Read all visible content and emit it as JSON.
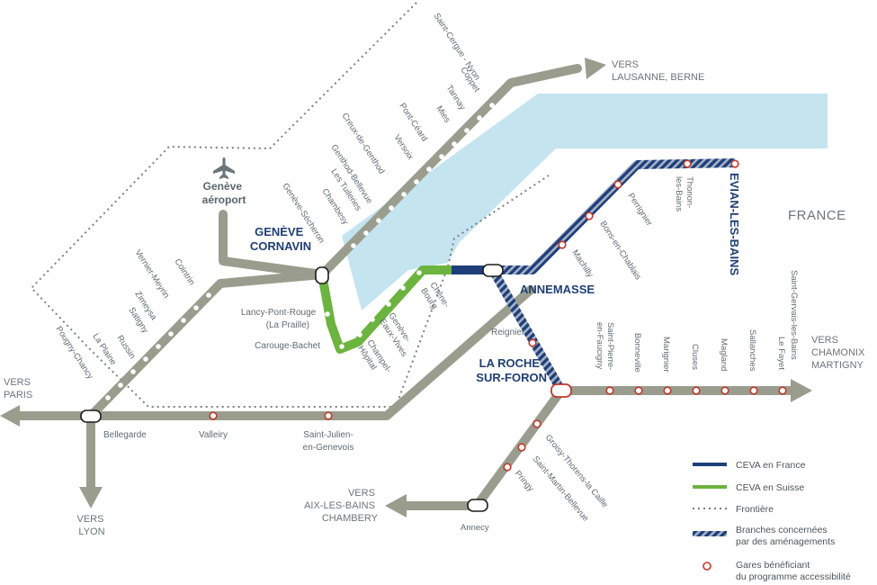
{
  "colors": {
    "track": "#9a9d8d",
    "ceva_france": "#1f3f7a",
    "ceva_suisse": "#6cb33f",
    "lake": "#c4e4ef",
    "border": "#7a7f82",
    "accessible_station": "#c0392b"
  },
  "country_label": "FRANCE",
  "airport": {
    "line1": "Genève",
    "line2": "aéroport",
    "icon": "airplane-icon"
  },
  "major_stations": {
    "geneve": [
      "GENÈVE",
      "CORNAVIN"
    ],
    "annemasse": [
      "ANNEMASSE"
    ],
    "evian": [
      "EVIAN-LES-BAINS"
    ],
    "roche": [
      "LA ROCHE-",
      "SUR-FORON"
    ]
  },
  "destinations": {
    "lausanne": [
      "VERS",
      "LAUSANNE, BERNE"
    ],
    "paris": [
      "VERS",
      "PARIS"
    ],
    "lyon": [
      "VERS",
      "LYON"
    ],
    "aix": [
      "VERS",
      "AIX-LES-BAINS",
      "CHAMBERY"
    ],
    "chamonix": [
      "VERS",
      "CHAMONIX",
      "MARTIGNY"
    ]
  },
  "stations": {
    "lausanne_line": [
      "Saint-Cergue - Nyon",
      "Coppet",
      "Tannay",
      "Mies",
      "Pont-Céard",
      "Versoix",
      "Creux-de-Genthod",
      "Genthod-Bellevue",
      "Les Tuileries",
      "Chambesy",
      "Genève-Sécheron"
    ],
    "bellegarde_line": [
      "Cointrin",
      "Vernier-Meyrin",
      "Zimeysa",
      "Satigny",
      "Russin",
      "La Plaine",
      "Pougny-Chancy"
    ],
    "ceva_suisse": [
      "Lancy-Pont-Rouge",
      "(La Praille)",
      "Carouge-Bachet",
      "Champel-",
      "Hôpital",
      "Genève-",
      "Eaux-Vives",
      "Chêne-",
      "Bourg"
    ],
    "evian_line": [
      "Machilly",
      "Bons-en-Chablais",
      "Perrignier",
      "Thonon-",
      "les-Bains"
    ],
    "south_line": [
      "Bellegarde",
      "Valleiry",
      "Saint-Julien-",
      "en-Genevois",
      "Reignier"
    ],
    "chamonix_line": [
      "Saint-Pierre-",
      "en-Faucigny",
      "Bonneville",
      "Marignier",
      "Cluses",
      "Magland",
      "Sallanches",
      "Le Fayet",
      "Saint-Gervais-les-Bains"
    ],
    "annecy_line": [
      "Groisy-Thorens-la Caille",
      "Saint-Martin-Bellevue",
      "Pringy",
      "Annecy"
    ]
  },
  "legend": {
    "items": [
      {
        "key": "ceva_france",
        "label": [
          "CEVA en France"
        ]
      },
      {
        "key": "ceva_suisse",
        "label": [
          "CEVA en Suisse"
        ]
      },
      {
        "key": "frontiere",
        "label": [
          "Frontière"
        ]
      },
      {
        "key": "branches",
        "label": [
          "Branches concernées",
          "par des aménagements"
        ]
      },
      {
        "key": "gares",
        "label": [
          "Gares bénéficiant",
          "du programme accessibilité"
        ]
      }
    ]
  }
}
